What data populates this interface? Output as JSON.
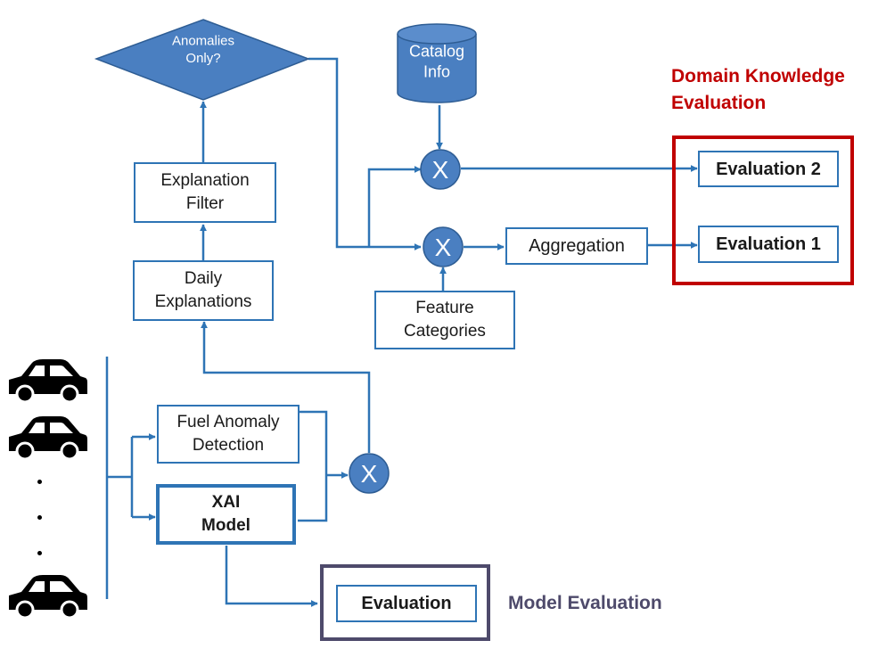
{
  "diagram": {
    "decision": "Anomalies\nOnly?",
    "database": "Catalog\nInfo",
    "boxes": {
      "explanation_filter": "Explanation\nFilter",
      "daily_explanations": "Daily\nExplanations",
      "aggregation": "Aggregation",
      "feature_categories": "Feature\nCategories",
      "fuel_anomaly_detection": "Fuel Anomaly\nDetection",
      "xai_model": "XAI\nModel",
      "evaluation_1": "Evaluation 1",
      "evaluation_2": "Evaluation 2",
      "evaluation": "Evaluation"
    },
    "operator_symbol": "X",
    "vehicle_dots": ".",
    "group_labels": {
      "domain_knowledge": "Domain Knowledge\nEvaluation",
      "model_evaluation": "Model Evaluation"
    },
    "icons": [
      "car-icon",
      "car-icon",
      "car-icon"
    ],
    "colors": {
      "flow_blue": "#2e74b5",
      "shape_fill": "#4a7fc1",
      "domain_red": "#c00000",
      "model_gray": "#4e4a6b"
    }
  }
}
